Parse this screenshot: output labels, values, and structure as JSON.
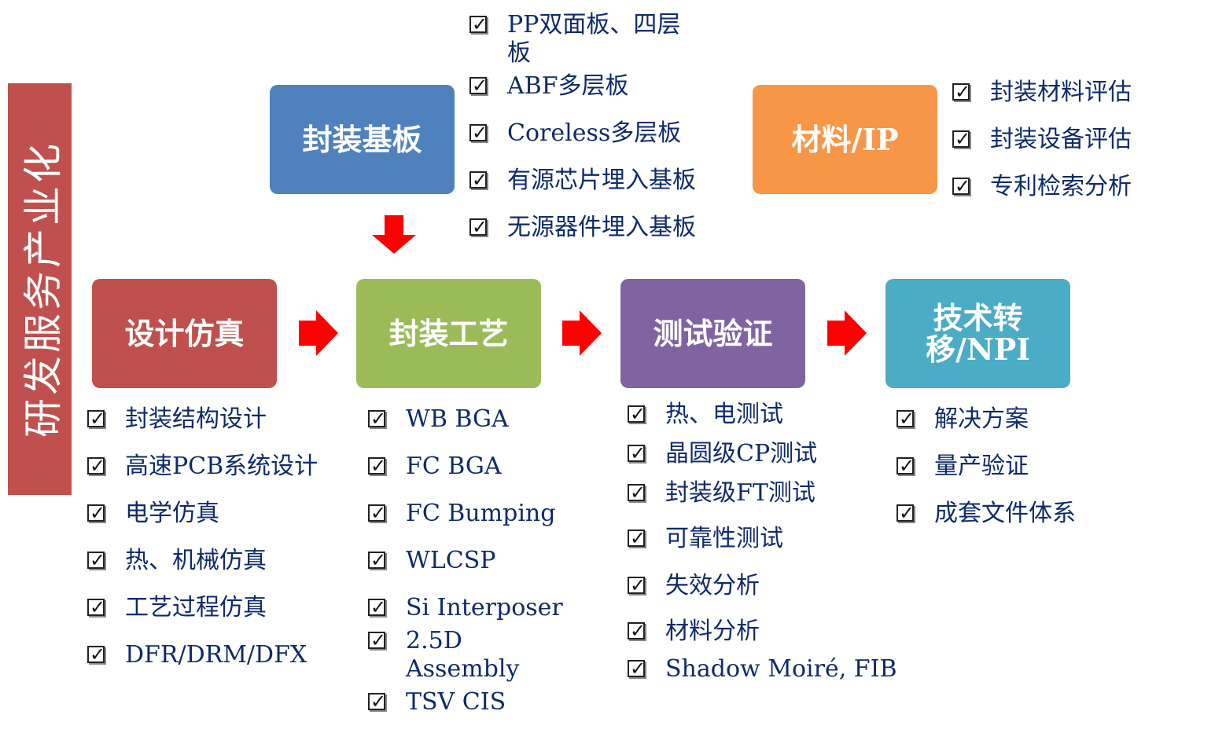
{
  "side_label": "研发服务产业化",
  "boxes": {
    "substrate": {
      "label": "封装基板",
      "color": "#4f81bd"
    },
    "material": {
      "label": "材料/IP",
      "color": "#f79646"
    },
    "design": {
      "label": "设计仿真",
      "color": "#c0504d"
    },
    "process": {
      "label": "封装工艺",
      "color": "#9bbb59"
    },
    "test": {
      "label": "测试验证",
      "color": "#8064a2"
    },
    "transfer": {
      "label": "技术转移/NPI",
      "color": "#4bacc6"
    }
  },
  "lists": {
    "substrate": [
      "PP双面板、四层板",
      "ABF多层板",
      "Coreless多层板",
      "有源芯片埋入基板",
      "无源器件埋入基板"
    ],
    "material": [
      "封装材料评估",
      "封装设备评估",
      "专利检索分析"
    ],
    "design": [
      "封装结构设计",
      "高速PCB系统设计",
      "电学仿真",
      "热、机械仿真",
      "工艺过程仿真",
      "DFR/DRM/DFX"
    ],
    "process": [
      "WB BGA",
      "FC BGA",
      "FC Bumping",
      "WLCSP",
      "Si Interposer",
      "2.5D Assembly",
      "TSV CIS"
    ],
    "test": [
      "热、电测试",
      "晶圆级CP测试",
      "封装级FT测试",
      "可靠性测试",
      "失效分析",
      "材料分析",
      "Shadow Moiré, FIB"
    ],
    "transfer": [
      "解决方案",
      "量产验证",
      "成套文件体系"
    ]
  },
  "arrow_color": "#ff0000"
}
